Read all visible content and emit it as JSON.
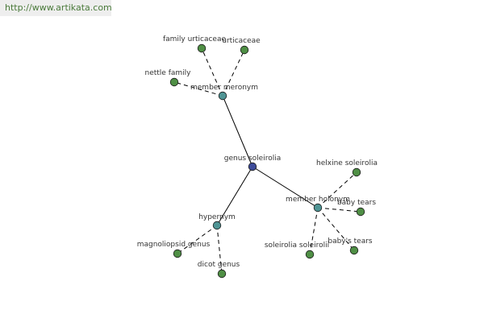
{
  "watermark": "http://www.artikata.com",
  "colors": {
    "center": "#3d4b99",
    "hub": "#4f9494",
    "leaf": "#4f8f45",
    "stroke": "#1a1a1a",
    "edge": "#000000"
  },
  "graph": {
    "center": {
      "id": "genus",
      "label": "genus soleirolia",
      "kind": "center"
    },
    "hubs": [
      {
        "id": "meronym",
        "label": "member meronym",
        "kind": "hub"
      },
      {
        "id": "holonym",
        "label": "member holonym",
        "kind": "hub"
      },
      {
        "id": "hypernym",
        "label": "hypernym",
        "kind": "hub"
      }
    ],
    "leaves": [
      {
        "id": "fam",
        "label": "family urticaceae",
        "parent": "meronym"
      },
      {
        "id": "urt",
        "label": "urticaceae",
        "parent": "meronym"
      },
      {
        "id": "net",
        "label": "nettle family",
        "parent": "meronym"
      },
      {
        "id": "hel",
        "label": "helxine soleirolia",
        "parent": "holonym"
      },
      {
        "id": "bt1",
        "label": "baby tears",
        "parent": "holonym"
      },
      {
        "id": "bt2",
        "label": "baby's tears",
        "parent": "holonym"
      },
      {
        "id": "sol",
        "label": "soleirolia soleirolii",
        "parent": "holonym"
      },
      {
        "id": "mag",
        "label": "magnoliopsid genus",
        "parent": "hypernym"
      },
      {
        "id": "dic",
        "label": "dicot genus",
        "parent": "hypernym"
      }
    ]
  }
}
